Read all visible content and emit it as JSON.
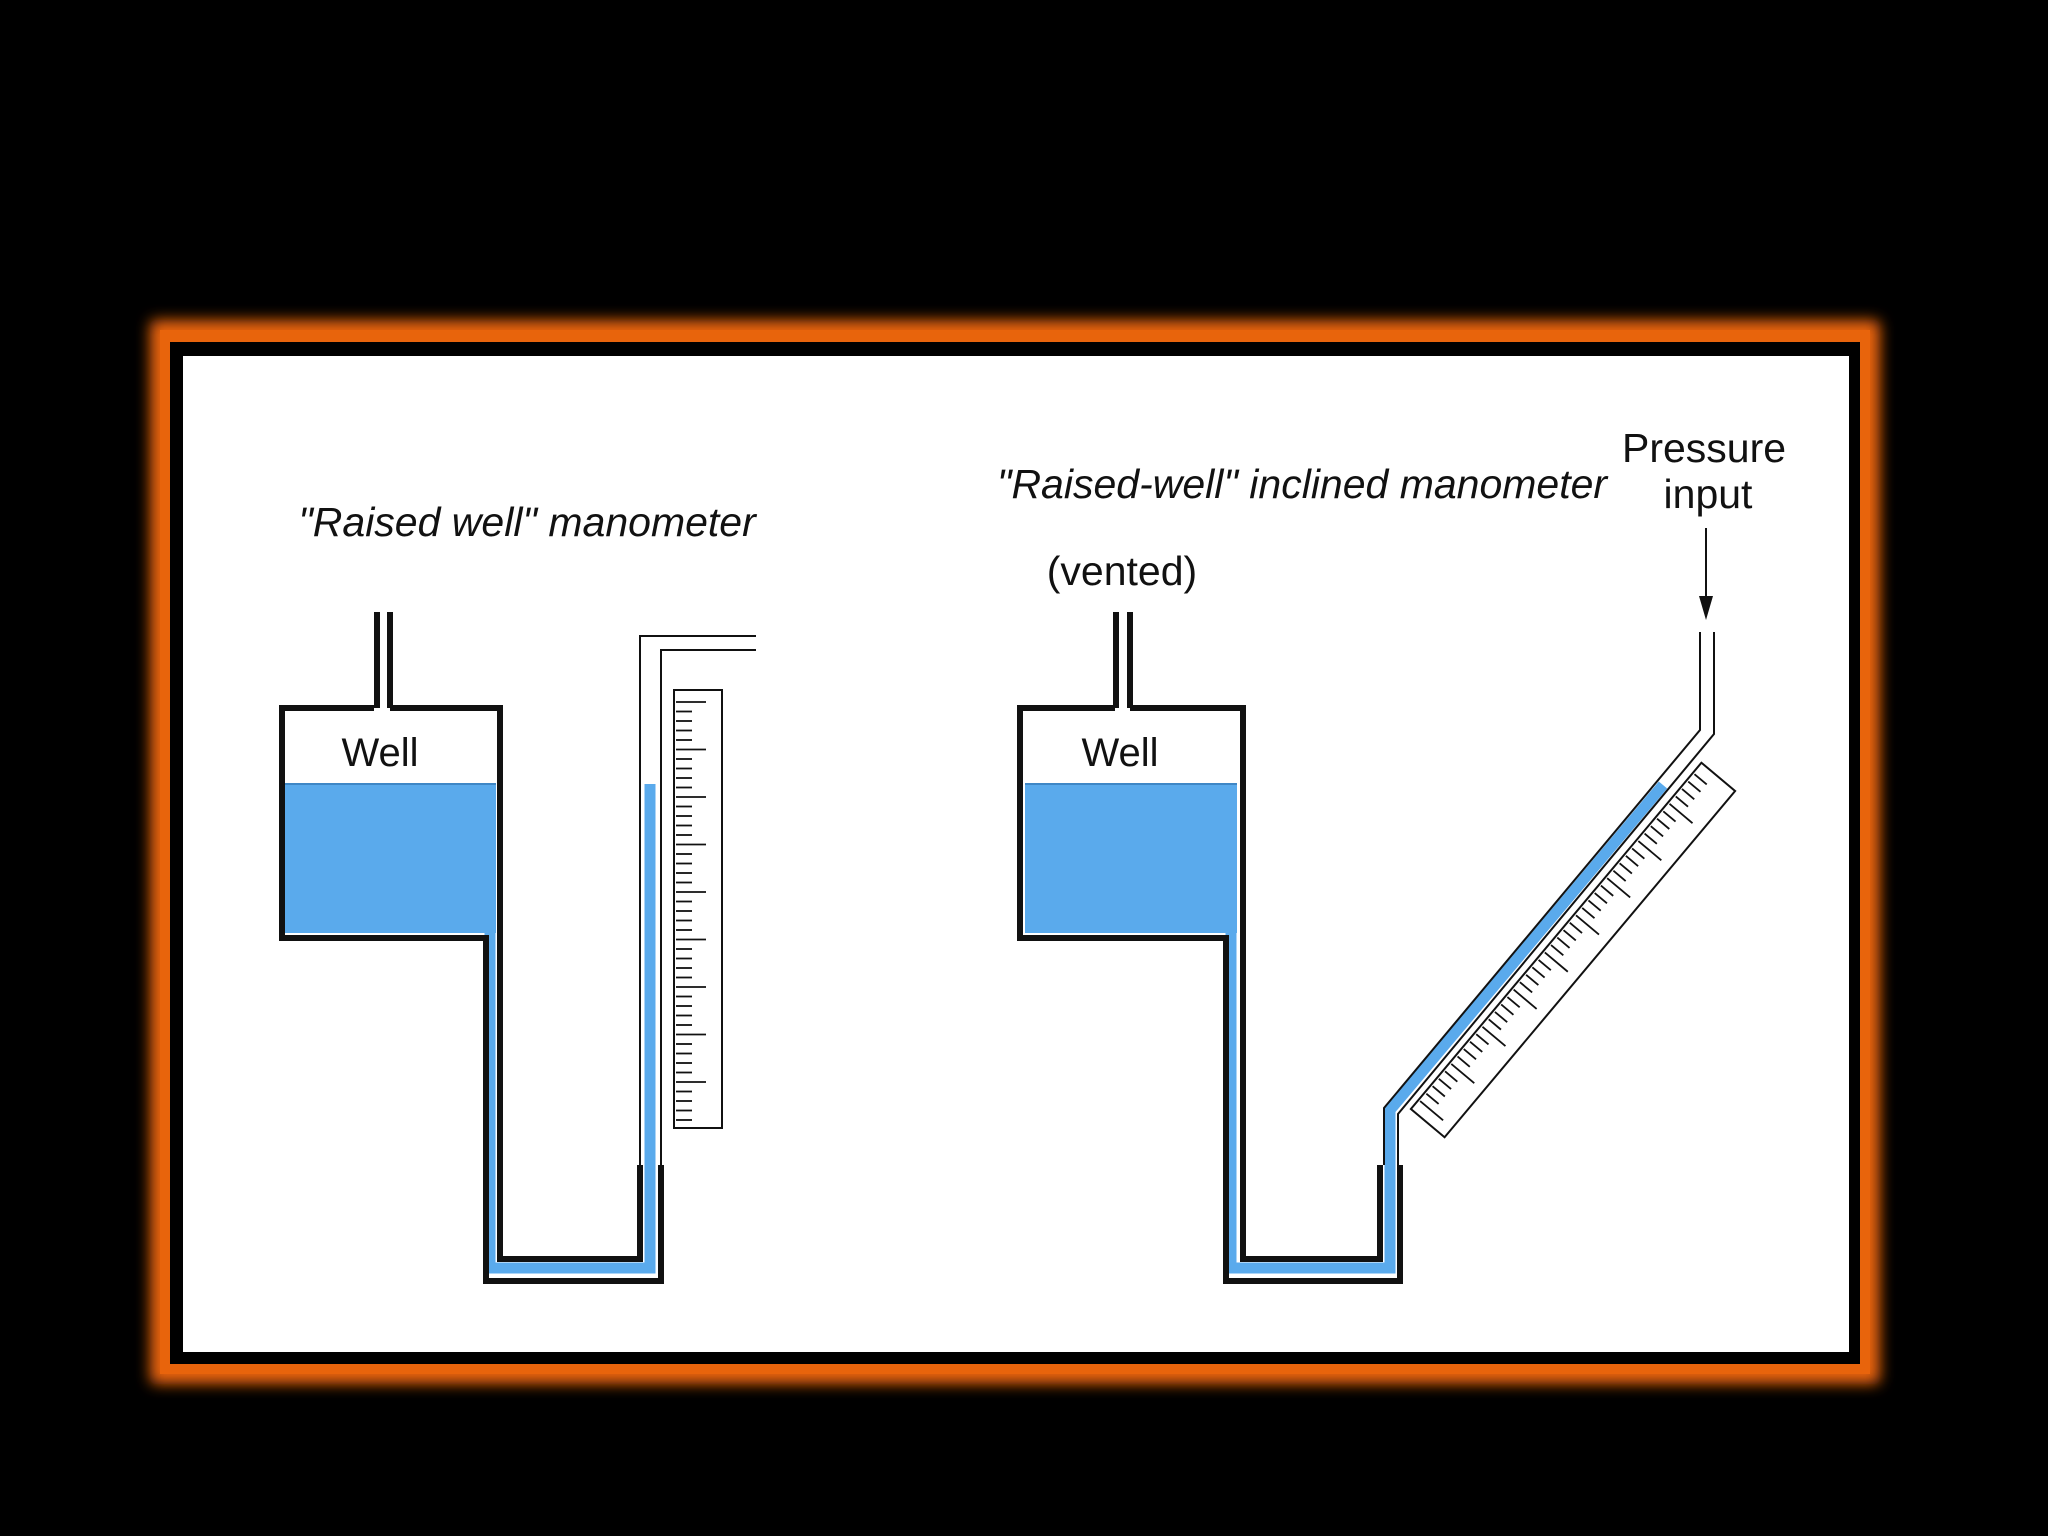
{
  "colors": {
    "background": "#000000",
    "frame_orange": "#e8640c",
    "panel": "#ffffff",
    "liquid": "#5aaaec",
    "outline": "#111111"
  },
  "left_diagram": {
    "title": "\"Raised well\" manometer",
    "well_label": "Well"
  },
  "right_diagram": {
    "title": "\"Raised-well\" inclined manometer",
    "vent_label": "(vented)",
    "well_label": "Well",
    "pressure_label_line1": "Pressure",
    "pressure_label_line2": "input"
  }
}
